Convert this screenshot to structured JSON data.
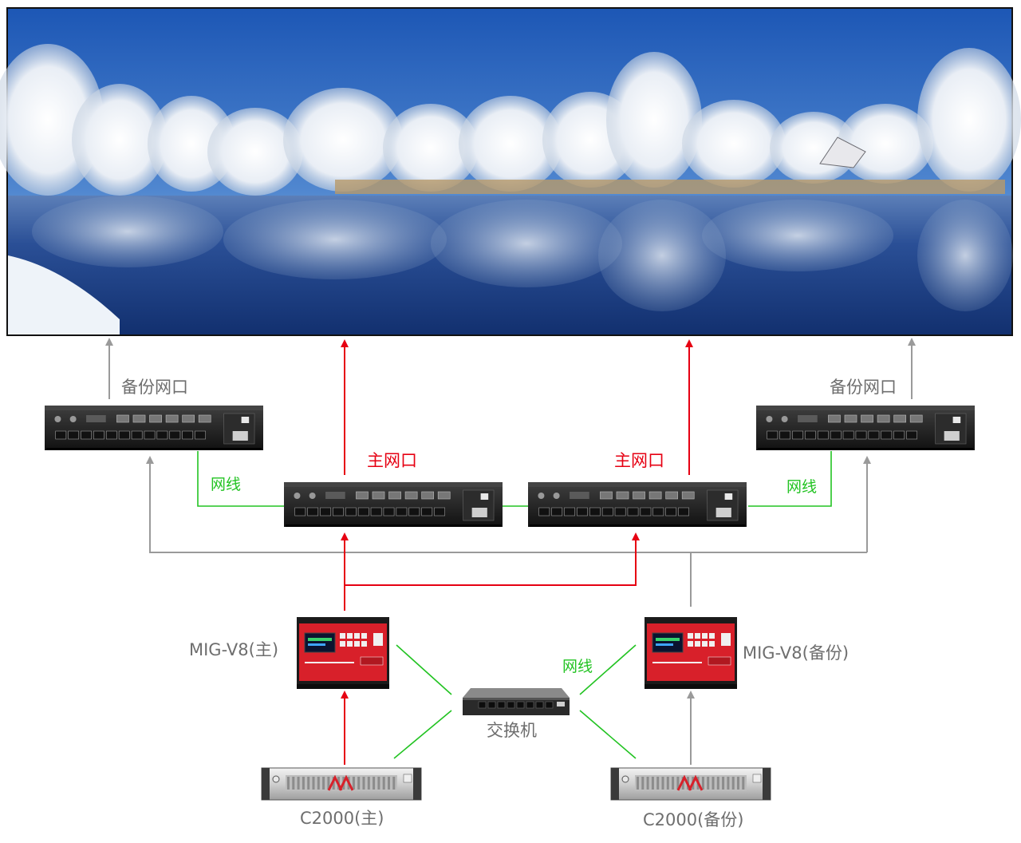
{
  "colors": {
    "red_link": "#e60012",
    "green_link": "#22c322",
    "grey_link": "#9a9a9a",
    "label_grey": "#6e6e6e",
    "sky_top": "#1d57b5",
    "sky_bottom": "#9bc0e6",
    "water": "#1a3f86",
    "processor_body": "#1c1c1c",
    "mig_red": "#d8202a",
    "server_silver": "#dcdcdc"
  },
  "display": {
    "scene": "snowy-lake-panorama"
  },
  "labels": {
    "backup_port_left": "备份网口",
    "backup_port_right": "备份网口",
    "main_port_left": "主网口",
    "main_port_right": "主网口",
    "cable_left": "网线",
    "cable_right": "网线",
    "cable_switch": "网线",
    "mig_main": "MIG-V8(主)",
    "mig_backup": "MIG-V8(备份)",
    "switch": "交换机",
    "server_main": "C2000(主)",
    "server_backup": "C2000(备份)"
  }
}
